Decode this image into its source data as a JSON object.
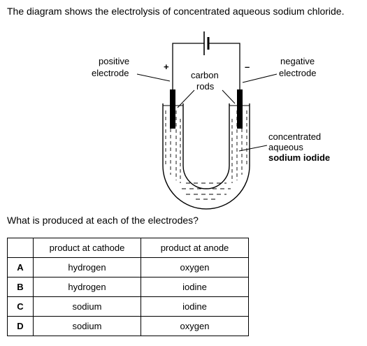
{
  "intro_text": "The diagram shows the electrolysis of concentrated aqueous sodium chloride.",
  "diagram": {
    "positive_sign": "+",
    "negative_sign": "–",
    "positive_label_line1": "positive",
    "positive_label_line2": "electrode",
    "negative_label_line1": "negative",
    "negative_label_line2": "electrode",
    "carbon_label_line1": "carbon",
    "carbon_label_line2": "rods",
    "solution_label_line1": "concentrated",
    "solution_label_line2": "aqueous",
    "solution_label_line3": "sodium iodide"
  },
  "question_text": "What is produced at each of the electrodes?",
  "table": {
    "headers": [
      "",
      "product at cathode",
      "product at anode"
    ],
    "rows": [
      {
        "letter": "A",
        "cathode": "hydrogen",
        "anode": "oxygen"
      },
      {
        "letter": "B",
        "cathode": "hydrogen",
        "anode": "iodine"
      },
      {
        "letter": "C",
        "cathode": "sodium",
        "anode": "iodine"
      },
      {
        "letter": "D",
        "cathode": "sodium",
        "anode": "oxygen"
      }
    ]
  }
}
